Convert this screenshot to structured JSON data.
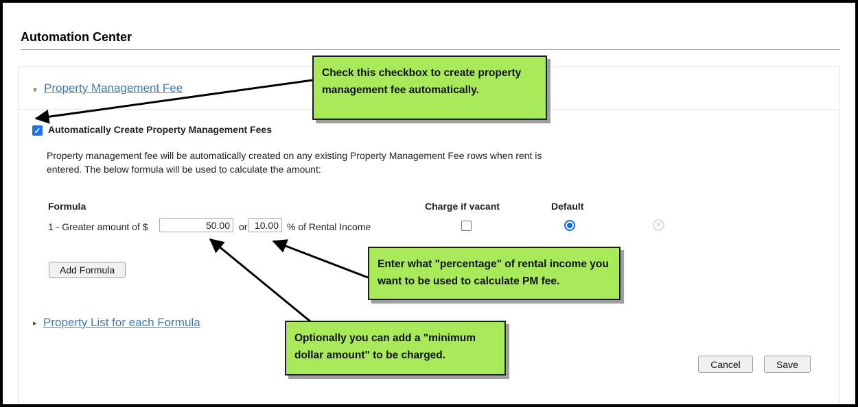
{
  "window": {
    "title": "Automation Center"
  },
  "colors": {
    "callout_green": "#a9ea5a",
    "callout_border": "#1c1c1c",
    "link_blue": "#3b7cb8",
    "accent_blue": "#1a73e8",
    "radio_blue": "#0a6cf5",
    "input_border": "#a9a9a9",
    "panel_border": "#e3e3e3",
    "divider": "#e9e9e9",
    "title_rule": "#9c9c9c",
    "button_bg": "#f1f1f1",
    "button_border": "#9a9a9a"
  },
  "icons": {
    "collapse_triangle": "▾",
    "expand_triangle": "▸",
    "checkmark": "✓",
    "circle_x": "✕"
  },
  "panel": {
    "section_title": "Property Management Fee",
    "auto_create_checkbox": {
      "checked": true,
      "label": "Automatically Create Property Management Fees"
    },
    "description": "Property management fee will be automatically created on any existing Property Management Fee rows when rent is entered. The below formula will be used to calculate the amount:",
    "formula_table": {
      "formula_header": "Formula",
      "charge_if_vacant_header": "Charge if vacant",
      "default_header": "Default",
      "rows": [
        {
          "prefix": "1 - Greater amount of $",
          "amount": "50.00",
          "conjunction": "or",
          "percent": "10.00",
          "suffix": "% of Rental Income",
          "charge_if_vacant": false,
          "default": true
        }
      ]
    },
    "add_formula_button": "Add Formula",
    "property_list_section_title": "Property List for each Formula"
  },
  "callouts": [
    {
      "text": "Check this checkbox to create property management fee automatically."
    },
    {
      "text": "Enter what \"percentage\" of rental income you want to be used to calculate PM fee."
    },
    {
      "text": "Optionally you can add a \"minimum dollar amount\" to be charged."
    }
  ],
  "footer": {
    "cancel_button": "Cancel",
    "save_button": "Save"
  }
}
